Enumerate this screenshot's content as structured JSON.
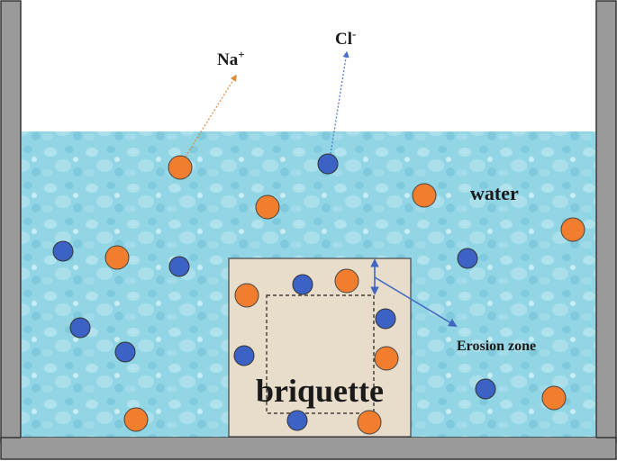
{
  "labels": {
    "sodium": "Na",
    "sodium_charge": "+",
    "chloride": "Cl",
    "chloride_charge": "-",
    "water": "water",
    "erosion_zone": "Erosion zone",
    "briquette": "briquette"
  },
  "colors": {
    "water": "#8fd3e3",
    "water_dark": "#6bbfd4",
    "container": "#9a9a9a",
    "container_border": "#333333",
    "briquette": "#e8dccb",
    "sodium_ion": "#f07e2e",
    "chloride_ion": "#3b62c4",
    "sodium_arrow": "#e0893a",
    "chloride_arrow": "#4a72c8",
    "erosion_arrow": "#3f67c0"
  }
}
